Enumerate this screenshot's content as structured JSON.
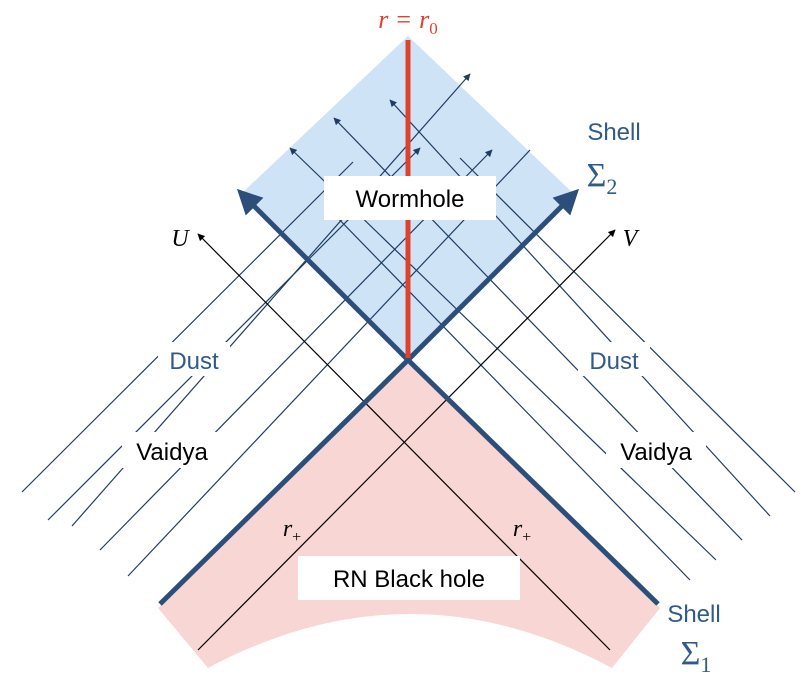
{
  "colors": {
    "wormhole_fill": "#cfe3f6",
    "blackhole_fill": "#f8d6d3",
    "shell": "#2b4f7a",
    "throat": "#e0412e",
    "dust_text": "#2f5a8a",
    "thin_line": "#1f3d63",
    "axis": "#000000"
  },
  "labels": {
    "throat_r": "r",
    "throat_eq": "=",
    "throat_r0": "r",
    "throat_r0_sub": "0",
    "wormhole": "Wormhole",
    "blackhole": "RN Black hole",
    "axis_u": "U",
    "axis_v": "V",
    "dust_left": "Dust",
    "dust_right": "Dust",
    "vaidya_left": "Vaidya",
    "vaidya_right": "Vaidya",
    "horizon_left": "r",
    "horizon_left_sub": "+",
    "horizon_right": "r",
    "horizon_right_sub": "+",
    "shell2_word": "Shell",
    "shell2_sym": "Σ",
    "shell2_sub": "2",
    "shell1_word": "Shell",
    "shell1_sym": "Σ",
    "shell1_sub": "1"
  }
}
